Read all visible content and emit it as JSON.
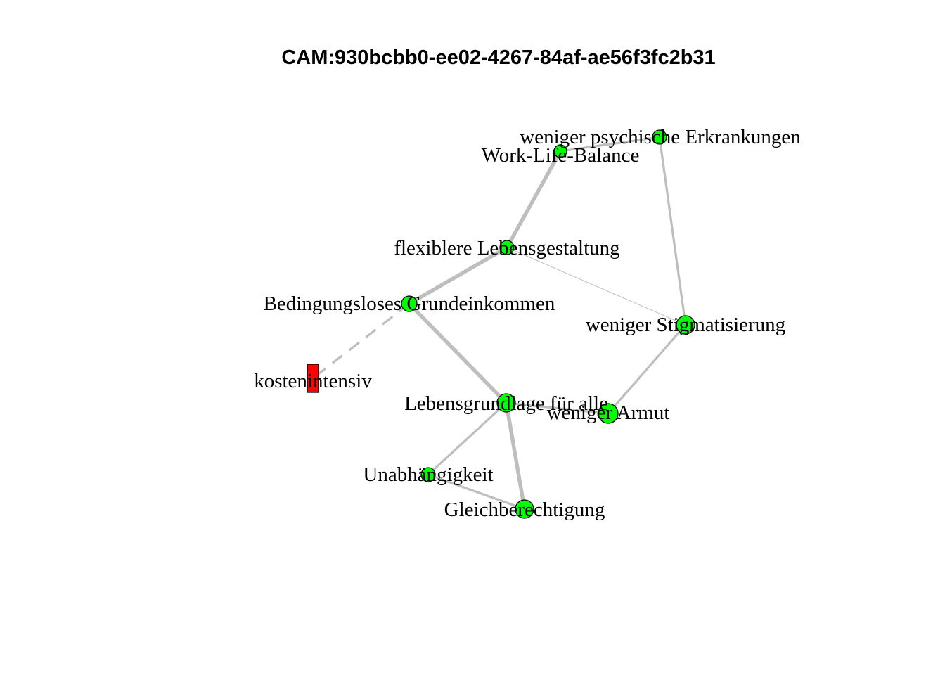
{
  "title": "CAM:930bcbb0-ee02-4267-84af-ae56f3fc2b31",
  "colors": {
    "positive_node": "#00ff00",
    "negative_node": "#ff0000",
    "edge": "#bebebe",
    "node_border": "#000000"
  },
  "nodes": [
    {
      "id": "weniger-psychische-erkrankungen",
      "label": "weniger psychische Erkrankungen",
      "valence": "positive",
      "shape": "circle"
    },
    {
      "id": "work-life-balance",
      "label": "Work-Life-Balance",
      "valence": "positive",
      "shape": "circle"
    },
    {
      "id": "flexiblere-lebensgestaltung",
      "label": "flexiblere Lebensgestaltung",
      "valence": "positive",
      "shape": "circle"
    },
    {
      "id": "bedingungsloses-grundeinkommen",
      "label": "Bedingungsloses Grundeinkommen",
      "valence": "positive",
      "shape": "circle"
    },
    {
      "id": "weniger-stigmatisierung",
      "label": "weniger Stigmatisierung",
      "valence": "positive",
      "shape": "circle"
    },
    {
      "id": "kostenintensiv",
      "label": "kostenintensiv",
      "valence": "negative",
      "shape": "rectangle"
    },
    {
      "id": "lebensgrundlage-fuer-alle",
      "label": "Lebensgrundlage für alle",
      "valence": "positive",
      "shape": "circle"
    },
    {
      "id": "weniger-armut",
      "label": "weniger Armut",
      "valence": "positive",
      "shape": "circle"
    },
    {
      "id": "unabhaengigkeit",
      "label": "Unabhängigkeit",
      "valence": "positive",
      "shape": "circle"
    },
    {
      "id": "gleichberechtigung",
      "label": "Gleichberechtigung",
      "valence": "positive",
      "shape": "circle"
    }
  ],
  "edges": [
    {
      "from": "work-life-balance",
      "to": "weniger-psychische-erkrankungen",
      "weight": 3,
      "style": "solid"
    },
    {
      "from": "weniger-psychische-erkrankungen",
      "to": "weniger-stigmatisierung",
      "weight": 3,
      "style": "solid"
    },
    {
      "from": "flexiblere-lebensgestaltung",
      "to": "work-life-balance",
      "weight": 5,
      "style": "solid"
    },
    {
      "from": "bedingungsloses-grundeinkommen",
      "to": "flexiblere-lebensgestaltung",
      "weight": 5,
      "style": "solid"
    },
    {
      "from": "flexiblere-lebensgestaltung",
      "to": "weniger-stigmatisierung",
      "weight": 1,
      "style": "solid"
    },
    {
      "from": "bedingungsloses-grundeinkommen",
      "to": "kostenintensiv",
      "weight": 3,
      "style": "dashed"
    },
    {
      "from": "bedingungsloses-grundeinkommen",
      "to": "lebensgrundlage-fuer-alle",
      "weight": 5,
      "style": "solid"
    },
    {
      "from": "lebensgrundlage-fuer-alle",
      "to": "weniger-armut",
      "weight": 3,
      "style": "solid"
    },
    {
      "from": "weniger-armut",
      "to": "weniger-stigmatisierung",
      "weight": 3,
      "style": "solid"
    },
    {
      "from": "lebensgrundlage-fuer-alle",
      "to": "unabhaengigkeit",
      "weight": 3,
      "style": "solid"
    },
    {
      "from": "lebensgrundlage-fuer-alle",
      "to": "gleichberechtigung",
      "weight": 5,
      "style": "solid"
    },
    {
      "from": "unabhaengigkeit",
      "to": "gleichberechtigung",
      "weight": 3,
      "style": "solid"
    }
  ]
}
